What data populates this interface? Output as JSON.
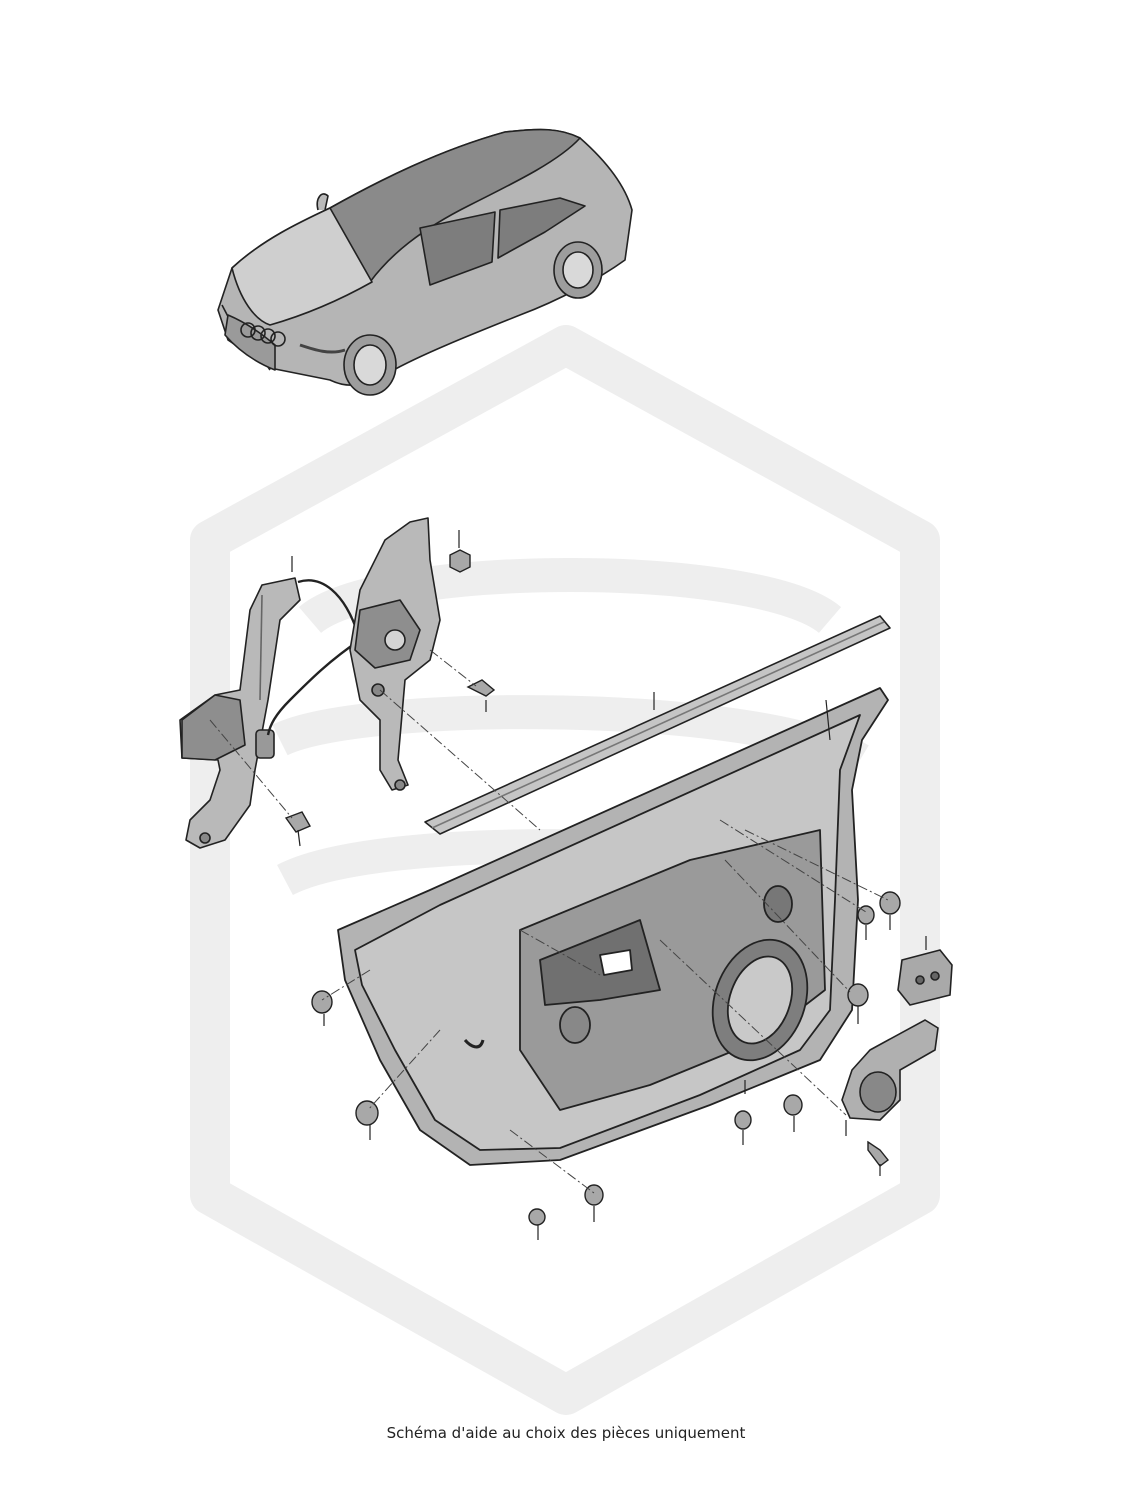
{
  "caption": "Schéma d'aide au choix des pièces uniquement",
  "icons": {
    "watermark": "brand-hexagon-watermark",
    "vehicle": "car-sportback-illustration",
    "parts": [
      "window-regulator-left",
      "window-regulator-right",
      "window-seal-strip",
      "door-frame-inner-panel",
      "control-module",
      "window-motor",
      "bolt",
      "nut",
      "plug-cap",
      "clip"
    ]
  },
  "colors": {
    "line": "#222222",
    "part_fill": "#b9b9b9",
    "part_dark": "#8e8e8e",
    "part_light": "#dcdcdc",
    "watermark": "#eeeeee"
  }
}
